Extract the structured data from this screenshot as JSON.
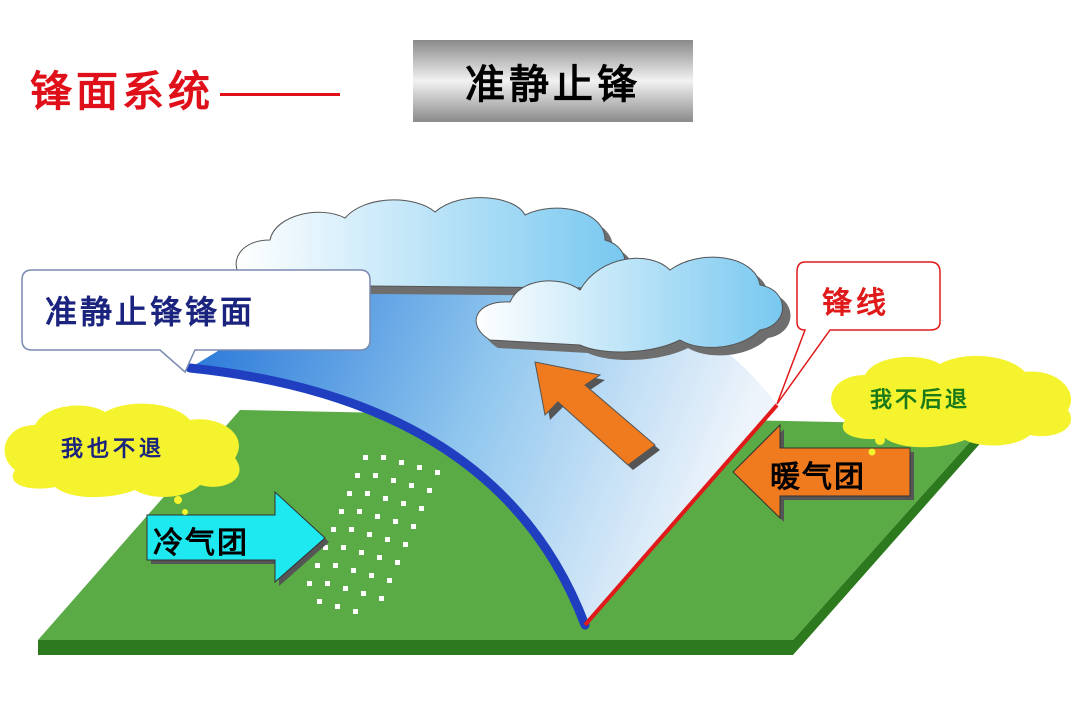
{
  "header": {
    "system_label": "锋面系统",
    "title": "准静止锋"
  },
  "labels": {
    "front_surface": "准静止锋锋面",
    "front_line": "锋线",
    "cold_air_mass": "冷气团",
    "warm_air_mass": "暖气团",
    "cold_speech": "我也不退",
    "warm_speech": "我不后退"
  },
  "colors": {
    "heading_red": "#e0101a",
    "ground_green": "#5aaa46",
    "front_blue": "#1f3fc0",
    "front_line_red": "#e01a1a",
    "cold_arrow": "#1ee8f0",
    "warm_arrow": "#f07a1e",
    "speech_yellow": "#f4f32e",
    "label_navy": "#1a237e"
  }
}
